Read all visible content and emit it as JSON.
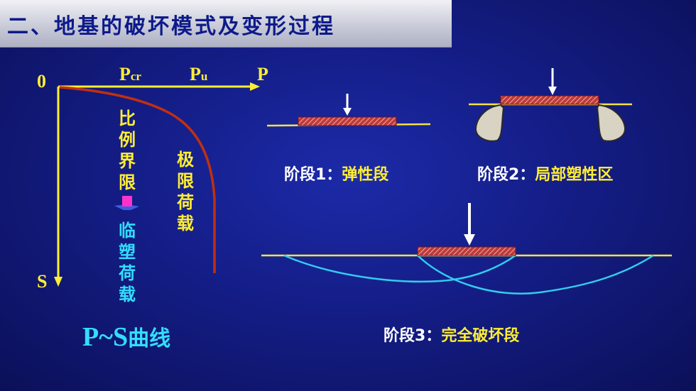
{
  "title": "二、地基的破坏模式及变形过程",
  "graph": {
    "origin_label": "0",
    "p_axis_label": "P",
    "s_axis_label": "S",
    "pcr": {
      "main": "P",
      "sub": "cr"
    },
    "pu": {
      "main": "P",
      "sub": "u"
    },
    "proportional_limit": [
      "比",
      "例",
      "界",
      "限"
    ],
    "critical_load": [
      "临",
      "塑",
      "荷",
      "载"
    ],
    "ultimate_load": [
      "极",
      "限",
      "荷",
      "载"
    ],
    "caption_prefix": "P~S",
    "caption_suffix": "曲线"
  },
  "stages": {
    "stage1": {
      "prefix": "阶段1：",
      "name": "弹性段"
    },
    "stage2": {
      "prefix": "阶段2：",
      "name": "局部塑性区"
    },
    "stage3": {
      "prefix": "阶段3：",
      "name": "完全破坏段"
    }
  },
  "colors": {
    "axis": "#ffee33",
    "curve": "#c03010",
    "cyan_text": "#33ddff",
    "footing": "#c03a3a",
    "slip_line": "#33ccee"
  }
}
